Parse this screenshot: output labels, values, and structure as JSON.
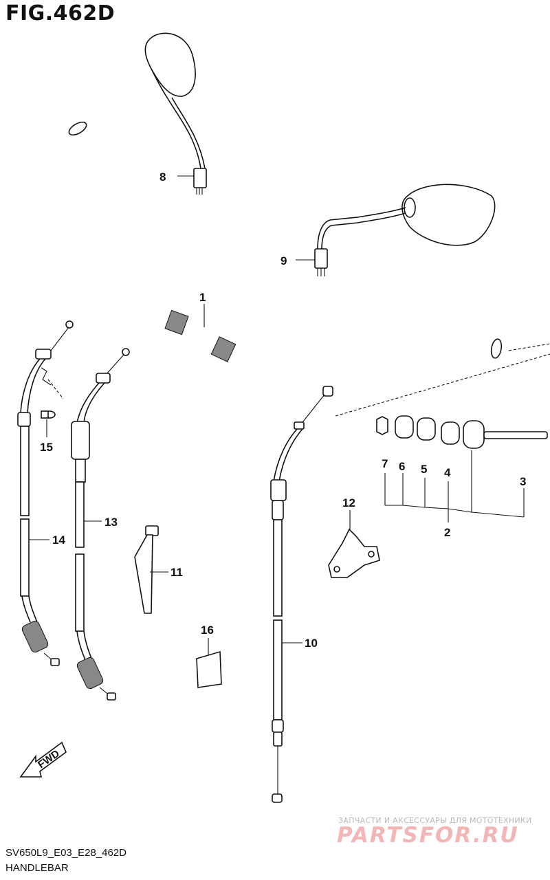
{
  "figure": {
    "title": "FIG.462D",
    "code": "SV650L9_E03_E28_462D",
    "section": "HANDLEBAR"
  },
  "callouts": [
    {
      "id": "c1",
      "text": "1"
    },
    {
      "id": "c2",
      "text": "2"
    },
    {
      "id": "c3",
      "text": "3"
    },
    {
      "id": "c4",
      "text": "4"
    },
    {
      "id": "c5",
      "text": "5"
    },
    {
      "id": "c6",
      "text": "6"
    },
    {
      "id": "c7",
      "text": "7"
    },
    {
      "id": "c8",
      "text": "8"
    },
    {
      "id": "c9",
      "text": "9"
    },
    {
      "id": "c10",
      "text": "10"
    },
    {
      "id": "c11",
      "text": "11"
    },
    {
      "id": "c12",
      "text": "12"
    },
    {
      "id": "c13",
      "text": "13"
    },
    {
      "id": "c14",
      "text": "14"
    },
    {
      "id": "c15",
      "text": "15"
    },
    {
      "id": "c16",
      "text": "16"
    }
  ],
  "direction_label": "FWD",
  "watermark": {
    "tagline": "ЗАПЧАСТИ И АКСЕССУАРЫ ДЛЯ МОТОТЕХНИКИ",
    "brand": "PARTSFOR.RU"
  }
}
